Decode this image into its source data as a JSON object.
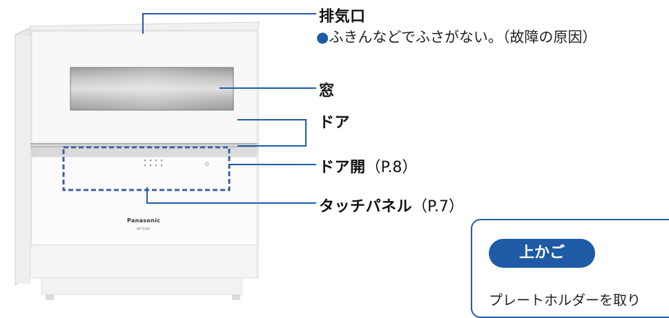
{
  "labels": {
    "exhaust": "排気口",
    "exhaust_note": "ふきんなどでふさがない。（故障の原因）",
    "window": "窓",
    "door": "ドア",
    "door_open": "ドア開",
    "door_open_ref": "（P.8）",
    "touch_panel": "タッチパネル",
    "touch_panel_ref": "（P.7）"
  },
  "appliance": {
    "brand": "Panasonic",
    "model": "NP-TZ300"
  },
  "card": {
    "badge": "上かご",
    "text": "プレートホルダーを取り"
  },
  "colors": {
    "accent": "#1f5aa6",
    "dashed_outline": "#3b5fa0"
  },
  "icons": {
    "bullet": "filled-circle"
  }
}
